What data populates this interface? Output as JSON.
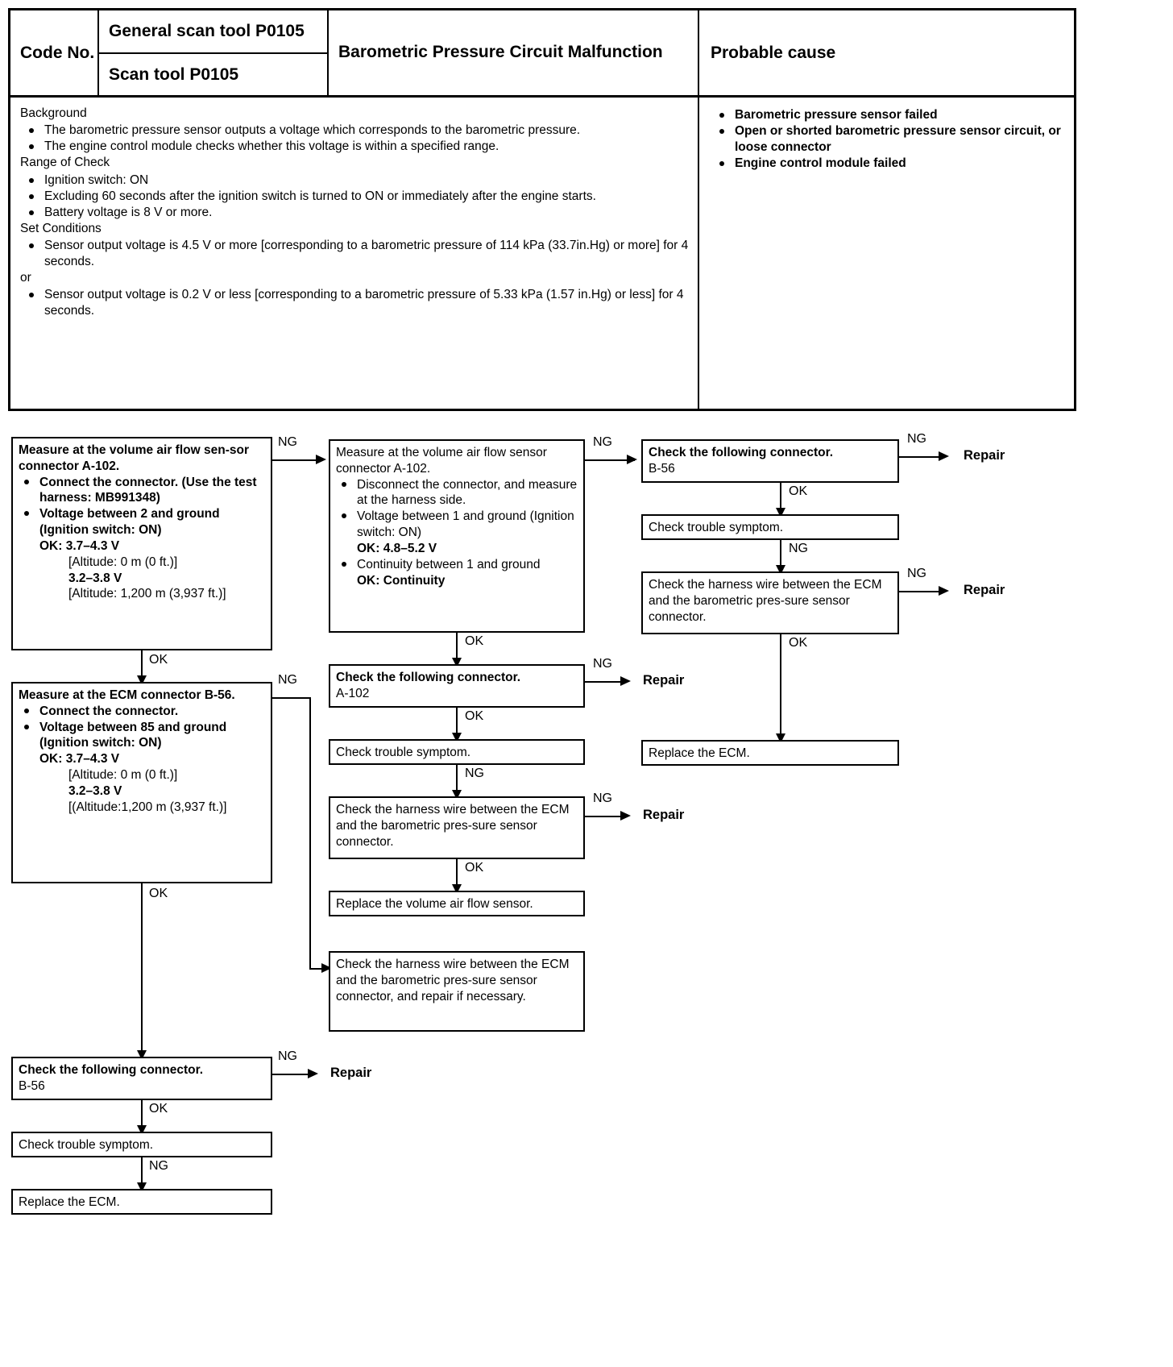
{
  "header": {
    "code_no_label": "Code No.",
    "general_scan_tool": "General scan tool P0105",
    "scan_tool": "Scan tool P0105",
    "fault_title": "Barometric Pressure Circuit Malfunction",
    "probable_cause_label": "Probable cause"
  },
  "background": {
    "heading": "Background",
    "items": [
      "The barometric pressure sensor outputs a voltage which  corresponds to the barometric pressure.",
      "The engine control module checks whether this voltage is within a specified range."
    ]
  },
  "range_of_check": {
    "heading": "Range of Check",
    "items": [
      "Ignition switch: ON",
      "Excluding 60 seconds after the ignition switch is turned to ON or immediately after the engine starts.",
      "Battery voltage is 8 V or more."
    ]
  },
  "set_conditions": {
    "heading": "Set Conditions",
    "item1": "Sensor output voltage is 4.5 V or more [corresponding to a barometric pressure of 114 kPa (33.7in.Hg) or more] for 4 seconds.",
    "or": "or",
    "item2": "Sensor output voltage is 0.2 V or less [corresponding to a barometric pressure of 5.33 kPa (1.57 in.Hg) or less] for 4 seconds."
  },
  "probable_cause": {
    "items": [
      "Barometric pressure sensor failed",
      "Open or shorted barometric pressure sensor circuit, or loose connector",
      "Engine control module failed"
    ]
  },
  "flow": {
    "labels": {
      "ng": "NG",
      "ok": "OK",
      "repair": "Repair"
    },
    "box_a1": {
      "title": "Measure at the volume air flow sen-sor connector A-102.",
      "b1": "Connect the connector. (Use the test harness: MB991348)",
      "b2": "Voltage between 2 and ground (Ignition switch: ON)",
      "ok_label": "OK:",
      "ok_v1": "3.7–4.3 V",
      "alt1": "[Altitude: 0 m (0 ft.)]",
      "ok_v2": "3.2–3.8 V",
      "alt2": "[Altitude: 1,200 m (3,937 ft.)]"
    },
    "box_a2": {
      "title": "Measure at the ECM connector B-56.",
      "b1": "Connect the connector.",
      "b2": "Voltage between 85 and ground (Ignition switch: ON)",
      "ok_label": "OK:",
      "ok_v1": "3.7–4.3 V",
      "alt1": "[Altitude: 0 m (0 ft.)]",
      "ok_v2": "3.2–3.8 V",
      "alt2": "[(Altitude:1,200 m (3,937 ft.)]"
    },
    "box_a3": {
      "title": "Check the following connector.",
      "sub": "B-56"
    },
    "box_a4": {
      "title": "Check trouble symptom."
    },
    "box_a5": {
      "title": "Replace the ECM."
    },
    "box_b1": {
      "title": "Measure at the volume air flow sensor connector A-102.",
      "b1": "Disconnect the connector, and measure at the harness side.",
      "b2": "Voltage between 1 and ground (Ignition switch: ON)",
      "ok_label": "OK:",
      "ok_v1": "4.8–5.2 V",
      "b3": "Continuity between 1 and ground",
      "ok2": "OK:  Continuity"
    },
    "box_b2": {
      "title": "Check the following connector.",
      "sub": "A-102"
    },
    "box_b3": {
      "title": "Check trouble symptom."
    },
    "box_b4": {
      "title": "Check the harness wire between the ECM and the barometric pres-sure sensor connector."
    },
    "box_b5": {
      "title": "Replace the volume air flow sensor."
    },
    "box_b6": {
      "title": "Check the harness wire between the ECM and the barometric pres-sure sensor connector, and repair if necessary."
    },
    "box_c1": {
      "title": "Check the following connector.",
      "sub": "B-56"
    },
    "box_c2": {
      "title": "Check trouble symptom."
    },
    "box_c3": {
      "title": "Check the harness wire between the ECM and the barometric pres-sure sensor connector."
    },
    "box_c4": {
      "title": "Replace the ECM."
    }
  }
}
